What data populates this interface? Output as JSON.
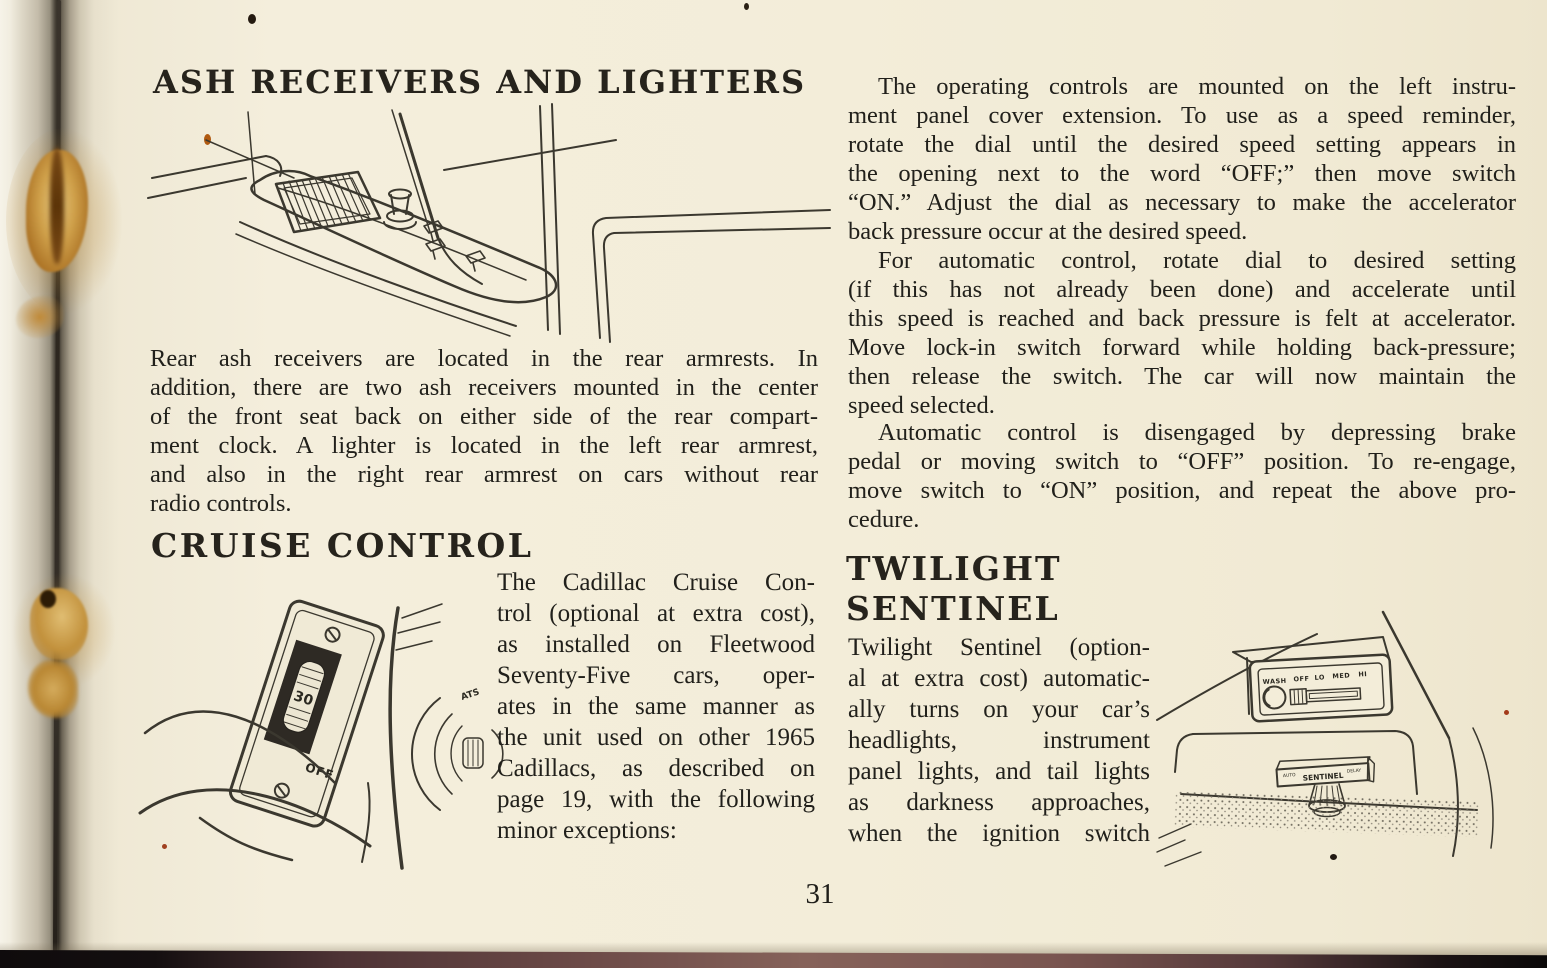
{
  "page": {
    "number": "31",
    "paper_color": "#f3edd9",
    "ink_color": "#21201b",
    "heading_color": "#26231c"
  },
  "sections": {
    "ash": {
      "heading": "ASH RECEIVERS AND LIGHTERS",
      "illustration_name": "rear-armrest-ash-receiver-and-lighter",
      "body": [
        "Rear ash receivers are located in the rear armrests. In",
        "addition, there are two ash receivers mounted in the center",
        "of the front seat back on either side of the rear compart-",
        "ment clock. A lighter is located in the left rear armrest,",
        "and also in the right rear armrest on cars without rear",
        "radio controls."
      ]
    },
    "cruise": {
      "heading": "CRUISE CONTROL",
      "body": [
        "The Cadillac Cruise Con-",
        "trol (optional at extra cost),",
        "as installed on Fleetwood",
        "Seventy-Five cars, oper-",
        "ates in the same manner as",
        "the unit used on other 1965",
        "Cadillacs, as described on",
        "page 19, with the following",
        "minor exceptions:"
      ],
      "illustration": {
        "dial_value": "30",
        "off_label": "OFF",
        "knob_label": "ATS"
      }
    },
    "operating": {
      "para1": [
        "The operating controls are mounted on the left instru-",
        "ment panel cover extension. To use as a speed reminder,",
        "rotate the dial until the desired speed setting appears in",
        "the opening next to the word “OFF;” then move switch",
        "“ON.” Adjust the dial as necessary to make the accelerator",
        "back pressure occur at the desired speed."
      ],
      "para2": [
        "For automatic control, rotate dial to desired setting",
        "(if this has not already been done) and accelerate until",
        "this speed is reached and back pressure is felt at accelerator.",
        "Move lock-in switch forward while holding back-pressure;",
        "then release the switch. The car will now maintain the",
        "speed selected."
      ],
      "para3": [
        "Automatic control is disengaged by depressing brake",
        "pedal or moving switch to “OFF” position. To re-engage,",
        "move switch to “ON” position, and repeat the above pro-",
        "cedure."
      ]
    },
    "twilight": {
      "heading_line1": "TWILIGHT",
      "heading_line2": "SENTINEL",
      "body": [
        "Twilight Sentinel (option-",
        "al at extra cost) automatic-",
        "ally turns on your car’s",
        "headlights, instrument",
        "panel lights, and tail lights",
        "as darkness approaches,",
        "when the ignition switch"
      ],
      "illustration": {
        "labels": [
          "WASH",
          "OFF",
          "LO",
          "MED",
          "HI"
        ],
        "box_label": "SENTINEL",
        "auto_label": "AUTO",
        "delay_label": "DELAY"
      }
    }
  }
}
